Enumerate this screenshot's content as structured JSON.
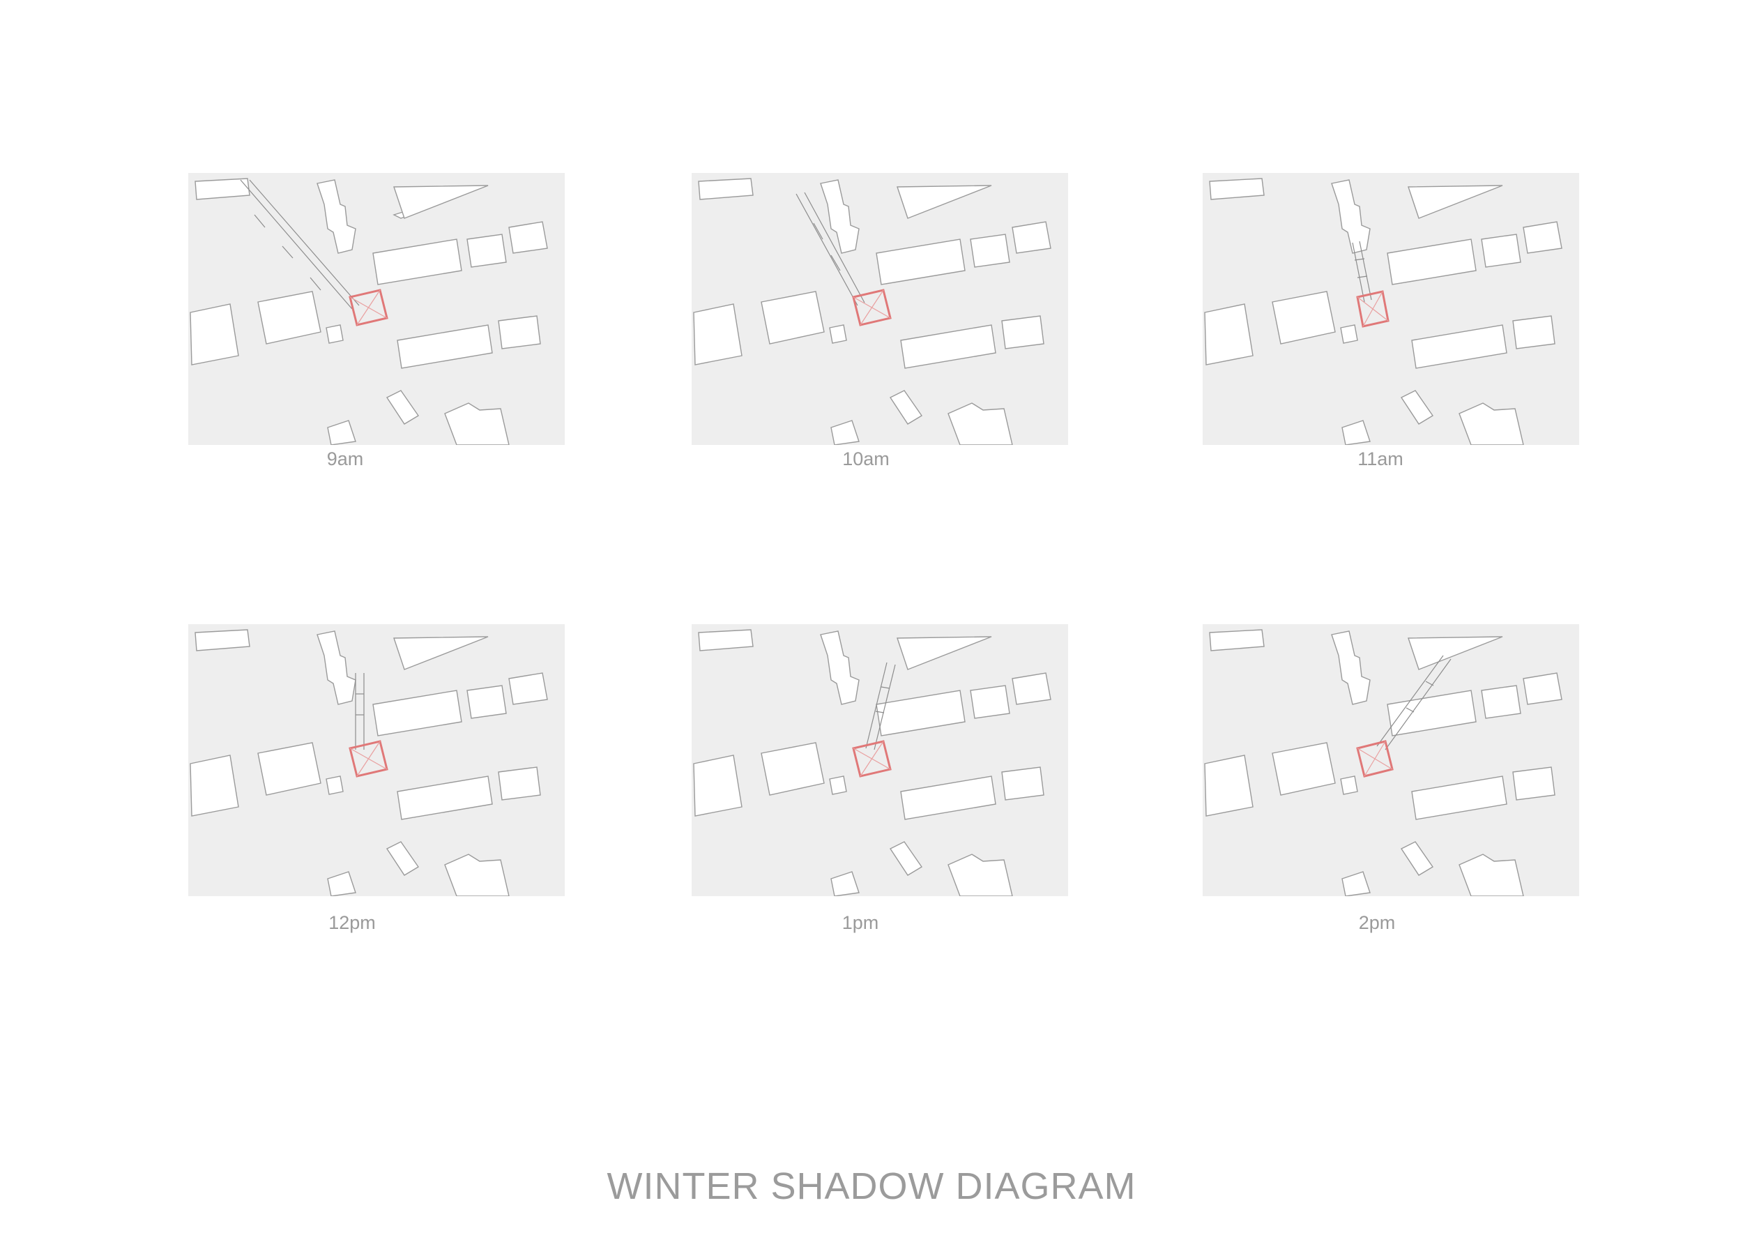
{
  "diagram": {
    "title": "WINTER SHADOW DIAGRAM",
    "panels": [
      {
        "label": "9am"
      },
      {
        "label": "10am"
      },
      {
        "label": "11am"
      },
      {
        "label": "12pm"
      },
      {
        "label": "1pm"
      },
      {
        "label": "2pm"
      }
    ]
  },
  "colors": {
    "shadow": "#eeeeee",
    "building_outline": "#9a9a9a",
    "site_outline": "#e07878",
    "text": "#9a9a9a"
  }
}
